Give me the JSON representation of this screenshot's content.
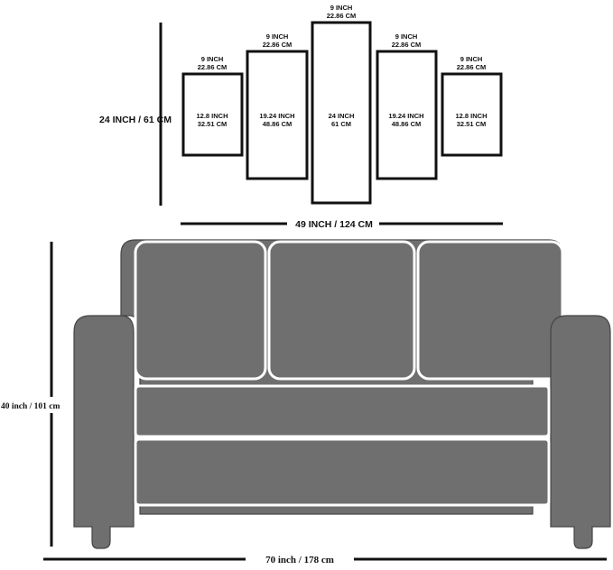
{
  "panels": [
    {
      "width_label_1": "9 INCH",
      "width_label_2": "22.86 CM",
      "height_label_1": "12.8 INCH",
      "height_label_2": "32.51 CM"
    },
    {
      "width_label_1": "9 INCH",
      "width_label_2": "22.86 CM",
      "height_label_1": "19.24 INCH",
      "height_label_2": "48.86 CM"
    },
    {
      "width_label_1": "9 INCH",
      "width_label_2": "22.86 CM",
      "height_label_1": "24 INCH",
      "height_label_2": "61 CM"
    },
    {
      "width_label_1": "9 INCH",
      "width_label_2": "22.86 CM",
      "height_label_1": "19.24 INCH",
      "height_label_2": "48.86 CM"
    },
    {
      "width_label_1": "9 INCH",
      "width_label_2": "22.86 CM",
      "height_label_1": "12.8 INCH",
      "height_label_2": "32.51 CM"
    }
  ],
  "artwork_height_label": "24 INCH / 61 CM",
  "artwork_width_label": "49 INCH / 124 CM",
  "sofa_height_label": "40 inch / 101 cm",
  "sofa_width_label": "70 inch / 178 cm"
}
